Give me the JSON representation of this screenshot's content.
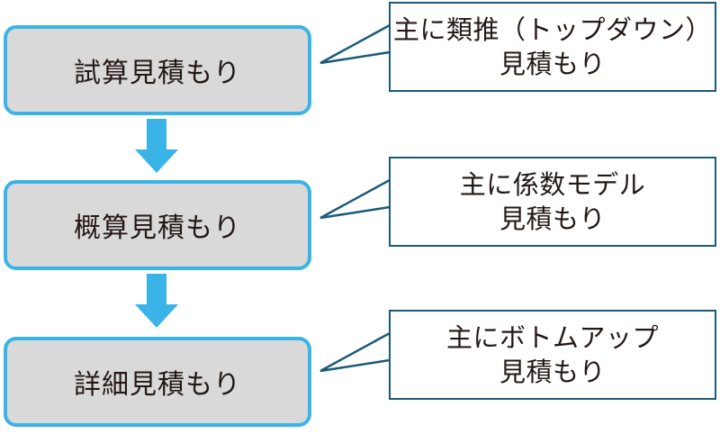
{
  "steps": [
    {
      "label": "試算見積もり"
    },
    {
      "label": "概算見積もり"
    },
    {
      "label": "詳細見積もり"
    }
  ],
  "notes": [
    {
      "line1": "主に類推（トップダウン）",
      "line2": "見積もり"
    },
    {
      "line1": "主に係数モデル",
      "line2": "見積もり"
    },
    {
      "line1": "主にボトムアップ",
      "line2": "見積もり"
    }
  ],
  "colors": {
    "step_fill": "#d9d9d9",
    "step_border": "#3ab4e6",
    "arrow": "#3ab4e6",
    "note_border": "#1a5a7a"
  }
}
